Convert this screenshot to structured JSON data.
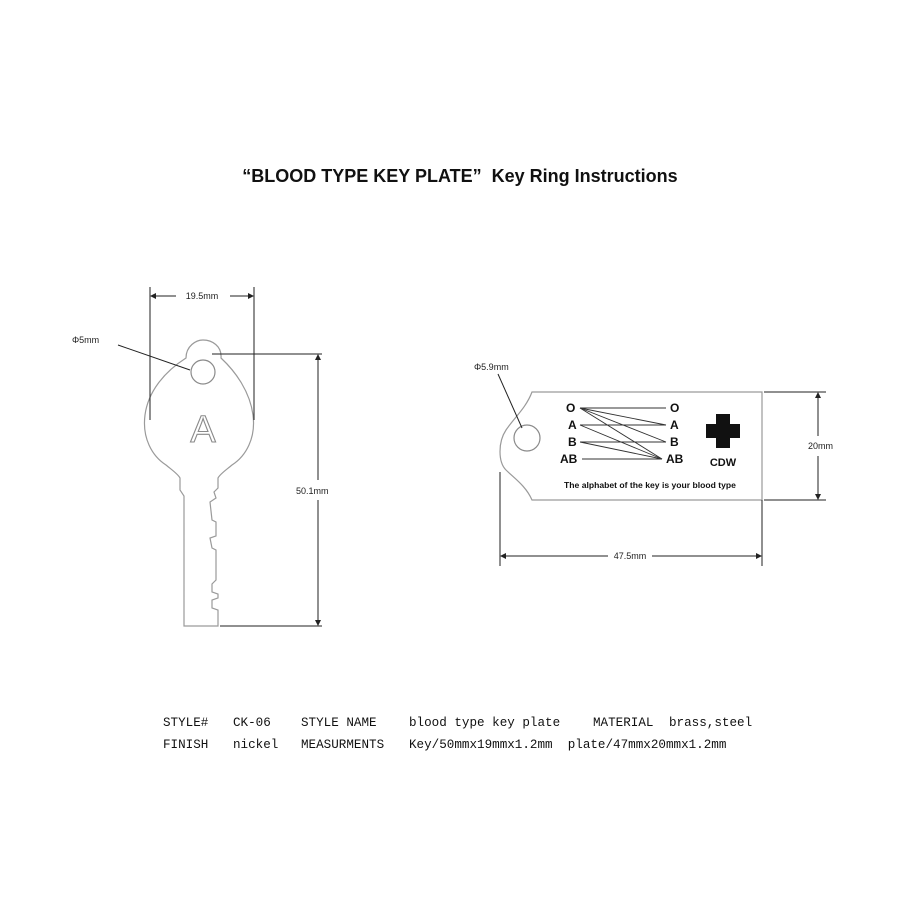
{
  "title": "“BLOOD TYPE KEY PLATE”  Key Ring Instructions",
  "key": {
    "letter": "A",
    "hole_label": "Φ5mm",
    "width_label": "19.5mm",
    "length_label": "50.1mm"
  },
  "plate": {
    "hole_label": "Φ5.9mm",
    "height_label": "20mm",
    "width_label": "47.5mm",
    "types_left": [
      "O",
      "A",
      "B",
      "AB"
    ],
    "types_right": [
      "O",
      "A",
      "B",
      "AB"
    ],
    "brand": "CDW",
    "caption": "The alphabet of the key is your blood type"
  },
  "specs": {
    "row1": {
      "style_label": "STYLE#",
      "style_value": "CK-06",
      "name_label": "STYLE NAME",
      "name_value": "blood type key plate",
      "material_label": "MATERIAL",
      "material_value": "brass,steel"
    },
    "row2": {
      "finish_label": "FINISH",
      "finish_value": "nickel",
      "meas_label": "MEASURMENTS",
      "meas_value": "Key/50mmx19mmx1.2mm  plate/47mmx20mmx1.2mm"
    }
  }
}
